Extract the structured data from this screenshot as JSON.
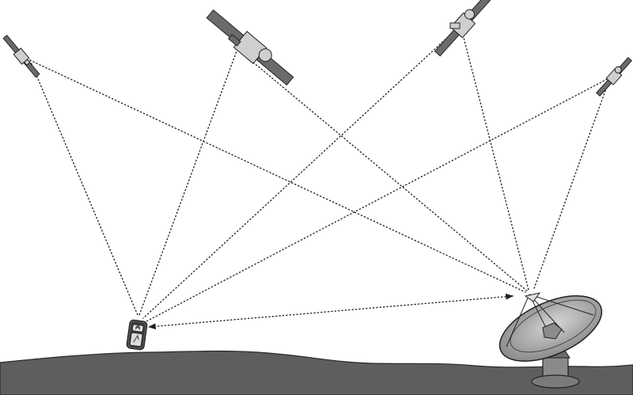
{
  "scene": {
    "colors": {
      "ground": "#5e5e5e",
      "ground_outline": "#2a2a2a",
      "signal": "#2a2a2a",
      "satellite_panel": "#6b6b6b",
      "satellite_body": "#cfcfcf",
      "dish": "#a8a8a8",
      "receiver": "#5a5a5a"
    },
    "satellites": [
      {
        "id": "sat-1",
        "icon": "satellite-icon"
      },
      {
        "id": "sat-2",
        "icon": "satellite-icon"
      },
      {
        "id": "sat-3",
        "icon": "satellite-icon"
      },
      {
        "id": "sat-4",
        "icon": "satellite-icon"
      }
    ],
    "receiver": {
      "icon": "gps-receiver-icon"
    },
    "ground_station": {
      "icon": "satellite-dish-icon"
    },
    "link": {
      "arrows": "both-ends"
    }
  }
}
